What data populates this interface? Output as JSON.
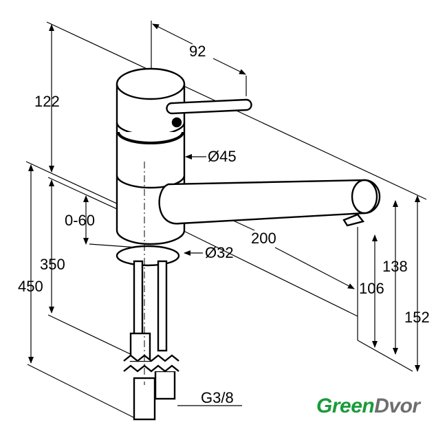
{
  "dimensions": {
    "lever_reach": "92",
    "body_height": "122",
    "body_diameter": "Ø45",
    "spout_reach": "200",
    "deck_thickness": "0-60",
    "hole_diameter": "Ø32",
    "hose_length_short": "350",
    "hose_length_long": "450",
    "spout_outlet_height": "106",
    "spout_top_height": "138",
    "overall_height": "152",
    "connection_thread": "G3/8"
  },
  "logo": {
    "part1": "Green",
    "part2": "Dvor"
  },
  "colors": {
    "logo_green": "#1a9a3a",
    "logo_gray": "#6e6e6e"
  }
}
